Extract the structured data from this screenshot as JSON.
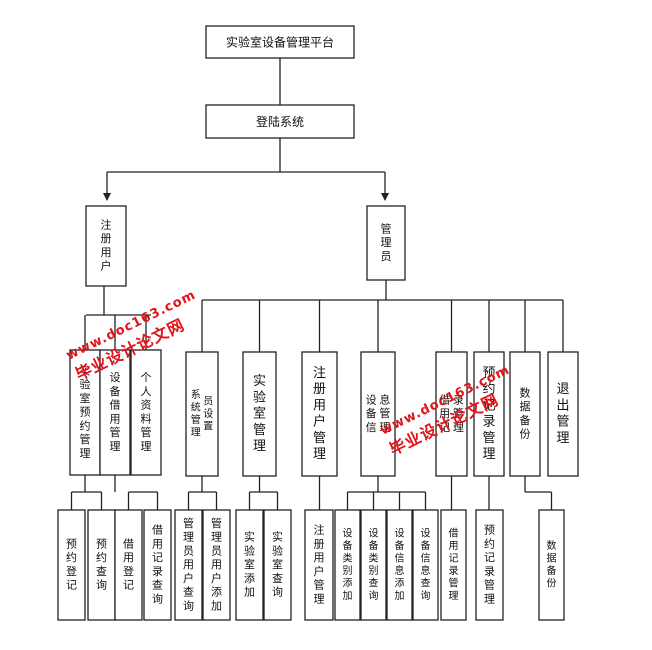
{
  "title": "实验室设备管理平台",
  "login": "登陆系统",
  "register_user": "注册用户",
  "admin": "管理员",
  "user_modules": [
    {
      "label": "实验室预约管理",
      "children": [
        "预约登记",
        "预约查询"
      ]
    },
    {
      "label": "设备借用管理",
      "children": [
        "借用登记",
        "借用记录查询"
      ]
    },
    {
      "label": "个人资料管理",
      "children": []
    }
  ],
  "admin_modules": [
    {
      "label": "系统管理员设置",
      "children": [
        "管理员用户查询",
        "管理员用户添加"
      ]
    },
    {
      "label": "实验室管理",
      "children": [
        "实验室添加",
        "实验室查询"
      ]
    },
    {
      "label": "注册用户管理",
      "children": [
        "注册用户管理"
      ]
    },
    {
      "label": "设备信息管理",
      "children": [
        "设备类别添加",
        "设备类别查询",
        "设备信息添加",
        "设备信息查询"
      ]
    },
    {
      "label": "借用记录管理",
      "children": [
        "借用记录管理"
      ]
    },
    {
      "label": "预约记录管理",
      "children": [
        "预约记录管理"
      ]
    },
    {
      "label": "数据备份",
      "children": [
        "数据备份"
      ]
    },
    {
      "label": "退出管理",
      "children": []
    }
  ],
  "watermarks": [
    {
      "url": "www.doc163.com",
      "site": "毕业设计论文网"
    },
    {
      "url": "www.doc163.com",
      "site": "毕业设计论文网"
    }
  ],
  "colors": {
    "line": "#222222",
    "watermark": "#e0141a"
  }
}
